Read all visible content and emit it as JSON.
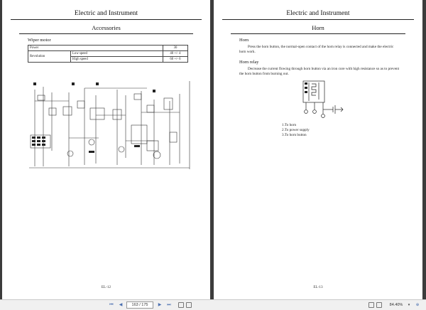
{
  "left_page": {
    "header": "Electric and Instrument",
    "section_title": "Accessories",
    "subsection": "Wiper motor",
    "spec_table": {
      "power_label": "Power",
      "power_value": "30",
      "revolution_label": "Revolution",
      "low_label": "Low speed",
      "low_value": "40 +/- 4",
      "high_label": "High speed",
      "high_value": "60 +/- 6"
    },
    "footer": "EL-12"
  },
  "right_page": {
    "header": "Electric and Instrument",
    "section_title": "Horn",
    "horn_heading": "Horn",
    "horn_text": "Press the horn button, the normal-open contact of the horn relay is connected and make the electric horn work.",
    "relay_heading": "Horn relay",
    "relay_text": "Decrease the current flowing through horn button via an iron core with high resistance so as to prevent the horn button from burning out.",
    "list": [
      "1.To horn",
      "2.To power supply",
      "3.To horn button"
    ],
    "footer": "EL-13"
  },
  "toolbar": {
    "page_value": "163 / 175",
    "zoom": "84.40%"
  }
}
